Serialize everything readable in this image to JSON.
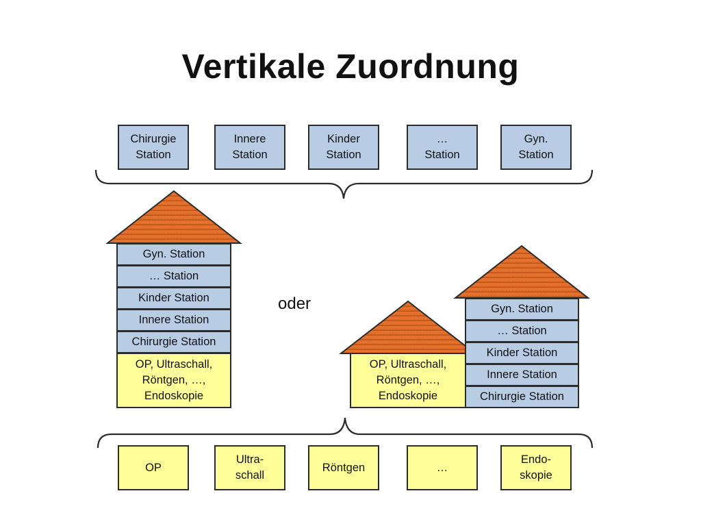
{
  "title": "Vertikale Zuordnung",
  "oder": "oder",
  "colors": {
    "station_fill": "#b8cce4",
    "service_fill": "#ffff99",
    "roof_fill": "#e4702c",
    "border": "#2b2b2b"
  },
  "top_row": [
    "Chirurgie\nStation",
    "Innere\nStation",
    "Kinder\nStation",
    "…\nStation",
    "Gyn.\nStation"
  ],
  "house_left": {
    "floors": [
      "Gyn. Station",
      "…  Station",
      "Kinder Station",
      "Innere Station",
      "Chirurgie Station"
    ],
    "base": "OP, Ultraschall,\nRöntgen, …,\nEndoskopie"
  },
  "house_right_small": {
    "base": "OP, Ultraschall,\nRöntgen, …,\nEndoskopie"
  },
  "house_right_tall": {
    "floors": [
      "Gyn. Station",
      "…  Station",
      "Kinder Station",
      "Innere Station",
      "Chirurgie Station"
    ]
  },
  "bottom_row": [
    "OP",
    "Ultra-\nschall",
    "Röntgen",
    "…",
    "Endo-\nskopie"
  ]
}
